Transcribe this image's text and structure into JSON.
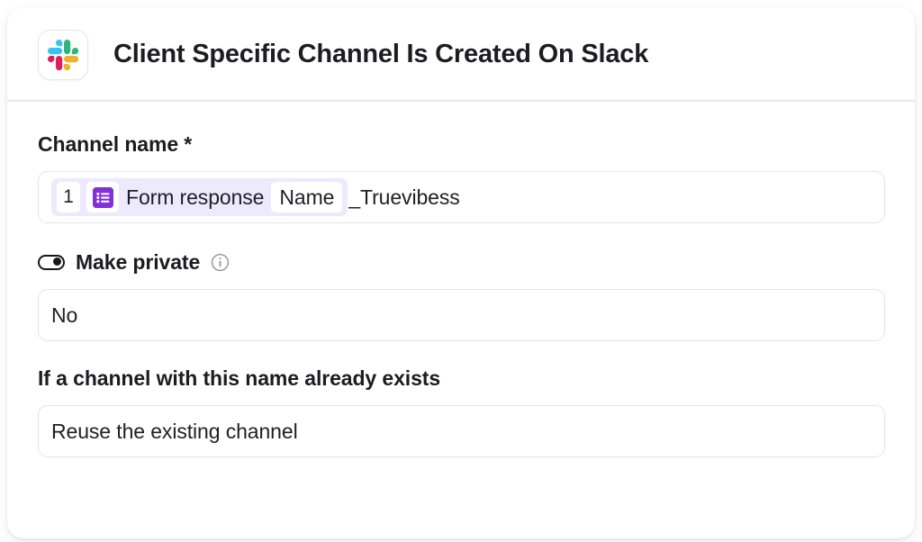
{
  "header": {
    "app_icon": "slack-icon",
    "title": "Client Specific Channel Is Created On Slack"
  },
  "fields": {
    "channel_name": {
      "label": "Channel name *",
      "token": {
        "index": "1",
        "app_icon": "google-forms-icon",
        "source": "Form response",
        "field": "Name"
      },
      "suffix_text": "_Truevibess"
    },
    "make_private": {
      "toggle_icon": "toggle-switch-icon",
      "label": "Make private",
      "info_icon": "info-circle-icon",
      "value": "No"
    },
    "existing_channel": {
      "label": "If a channel with this name already exists",
      "value": "Reuse the existing channel"
    }
  },
  "colors": {
    "card_background": "#ffffff",
    "text_primary": "#1c1c22",
    "border": "#e4e4ea",
    "divider": "#e8e8f0",
    "token_background": "#eceafc",
    "forms_purple": "#8230d8",
    "slack_blue": "#36c5f0",
    "slack_green": "#2eb67d",
    "slack_red": "#e01e5a",
    "slack_yellow": "#ecb22e"
  }
}
